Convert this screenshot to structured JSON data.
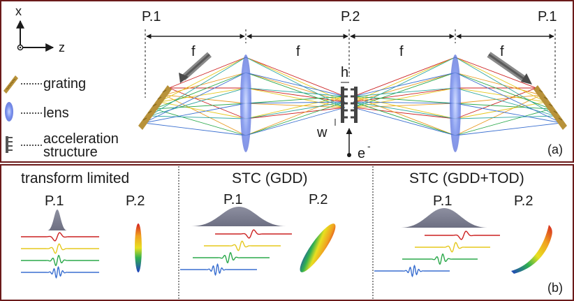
{
  "top_panel": {
    "axis_x": "x",
    "axis_z": "z",
    "plane_left": "P.1",
    "plane_center": "P.2",
    "plane_right": "P.1",
    "focal_1": "f",
    "focal_2": "f",
    "focal_3": "f",
    "focal_4": "f",
    "height_label": "h",
    "width_label": "w",
    "electron_label": "e",
    "electron_charge": "-",
    "panel_label": "(a)",
    "legend": {
      "grating": "grating",
      "lens": "lens",
      "structure_line1": "acceleration",
      "structure_line2": "structure"
    },
    "colors": {
      "red": "#cc2020",
      "orange": "#e89a20",
      "yellow": "#e5c81c",
      "green": "#2aa84a",
      "teal": "#2fa7a0",
      "blue": "#3a6fd0",
      "grating": "#b8923a",
      "lens": "#6f86e8"
    }
  },
  "bottom_panel": {
    "panel_label": "(b)",
    "sections": [
      {
        "title": "transform limited",
        "p1": "P.1",
        "p2": "P.2"
      },
      {
        "title": "STC (GDD)",
        "p1": "P.1",
        "p2": "P.2"
      },
      {
        "title": "STC (GDD+TOD)",
        "p1": "P.1",
        "p2": "P.2"
      }
    ]
  }
}
